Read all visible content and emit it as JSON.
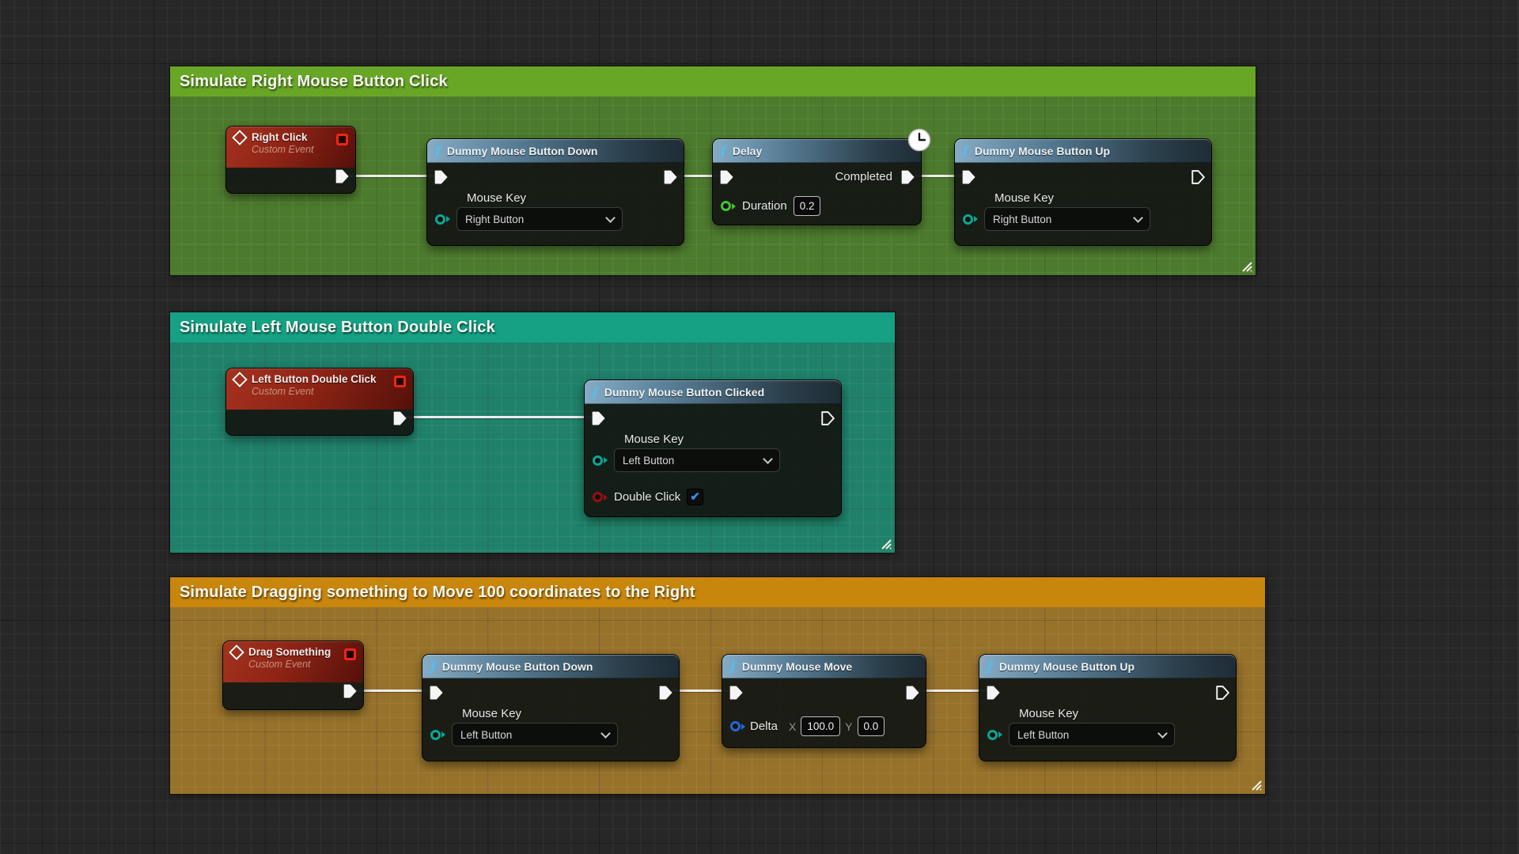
{
  "comments": {
    "right_click": {
      "title": "Simulate Right Mouse Button Click",
      "header_color": "#68a625",
      "body_color": "#4d7b2d"
    },
    "double_click": {
      "title": "Simulate Left Mouse Button Double Click",
      "header_color": "#16a184",
      "body_color": "#1f8169"
    },
    "drag": {
      "title": "Simulate Dragging something to Move 100 coordinates to the Right",
      "header_color": "#c8860c",
      "body_color": "#97722b"
    }
  },
  "nodes": {
    "right_click_event": {
      "title": "Right Click",
      "subtitle": "Custom Event"
    },
    "down1": {
      "title": "Dummy Mouse Button Down",
      "mouse_key_label": "Mouse Key",
      "mouse_key_value": "Right Button"
    },
    "delay": {
      "title": "Delay",
      "completed_label": "Completed",
      "duration_label": "Duration",
      "duration_value": "0.2"
    },
    "up1": {
      "title": "Dummy Mouse Button Up",
      "mouse_key_label": "Mouse Key",
      "mouse_key_value": "Right Button"
    },
    "double_click_event": {
      "title": "Left Button Double Click",
      "subtitle": "Custom Event"
    },
    "clicked": {
      "title": "Dummy Mouse Button Clicked",
      "mouse_key_label": "Mouse Key",
      "mouse_key_value": "Left Button",
      "double_click_label": "Double Click",
      "double_click_checked": true
    },
    "drag_event": {
      "title": "Drag Something",
      "subtitle": "Custom Event"
    },
    "down2": {
      "title": "Dummy Mouse Button Down",
      "mouse_key_label": "Mouse Key",
      "mouse_key_value": "Left Button"
    },
    "move": {
      "title": "Dummy Mouse Move",
      "delta_label": "Delta",
      "x_label": "X",
      "x_value": "100.0",
      "y_label": "Y",
      "y_value": "0.0"
    },
    "up2": {
      "title": "Dummy Mouse Button Up",
      "mouse_key_label": "Mouse Key",
      "mouse_key_value": "Left Button"
    }
  },
  "icons": {
    "function_glyph": "ƒ",
    "check_glyph": "✔"
  },
  "colors": {
    "comment_green_header": "#68a625",
    "comment_green_body": "#4d7b2d",
    "comment_teal_header": "#16a184",
    "comment_teal_body": "#1f8169",
    "comment_orange_header": "#c8860c",
    "comment_orange_body": "#97722b",
    "event_header_red": "#8e2415",
    "function_header_blue": "#567b93",
    "wire": "#ececec",
    "pin_exec": "#f5f5f5",
    "pin_enum": "#0ba794",
    "pin_float": "#45c233",
    "pin_bool": "#9c0d0d",
    "pin_vector2d": "#2468d8",
    "checkbox_check": "#3b8fe8"
  }
}
